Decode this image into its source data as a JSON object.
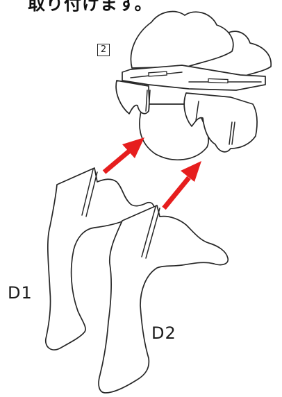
{
  "caption": "取り付けます。",
  "step_badge": "2",
  "parts": {
    "d1_label": "D1",
    "d2_label": "D2"
  },
  "colors": {
    "arrow": "#e61e1e",
    "outline": "#262626",
    "background": "#ffffff"
  },
  "icons": [
    "arrow-up-right-icon",
    "arrow-up-right-icon"
  ]
}
